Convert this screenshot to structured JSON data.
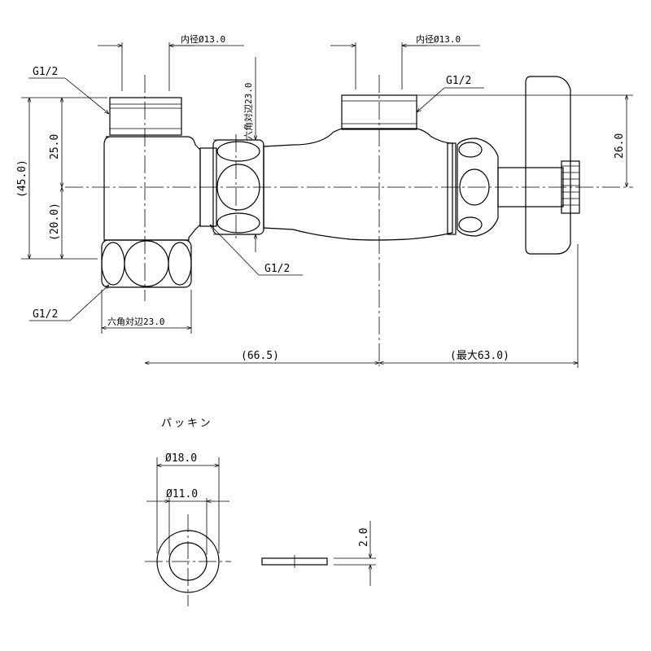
{
  "labels": {
    "inner_dia_left": "内径Ø13.0",
    "inner_dia_right": "内径Ø13.0",
    "g12_top_left": "G1/2",
    "g12_top_right": "G1/2",
    "g12_union": "G1/2",
    "g12_bottom_left": "G1/2",
    "hex_union": "六角対辺23.0",
    "hex_bottom": "六角対辺23.0",
    "dim_25": "25.0",
    "dim_20": "(20.0)",
    "dim_45": "(45.0)",
    "dim_26": "26.0",
    "dim_66_5": "(66.5)",
    "dim_max63": "(最大63.0)",
    "packing_title": "パッキン",
    "packing_outer": "Ø18.0",
    "packing_inner": "Ø11.0",
    "packing_thickness": "2.0"
  },
  "colors": {
    "line": "#000000",
    "background": "#ffffff"
  }
}
